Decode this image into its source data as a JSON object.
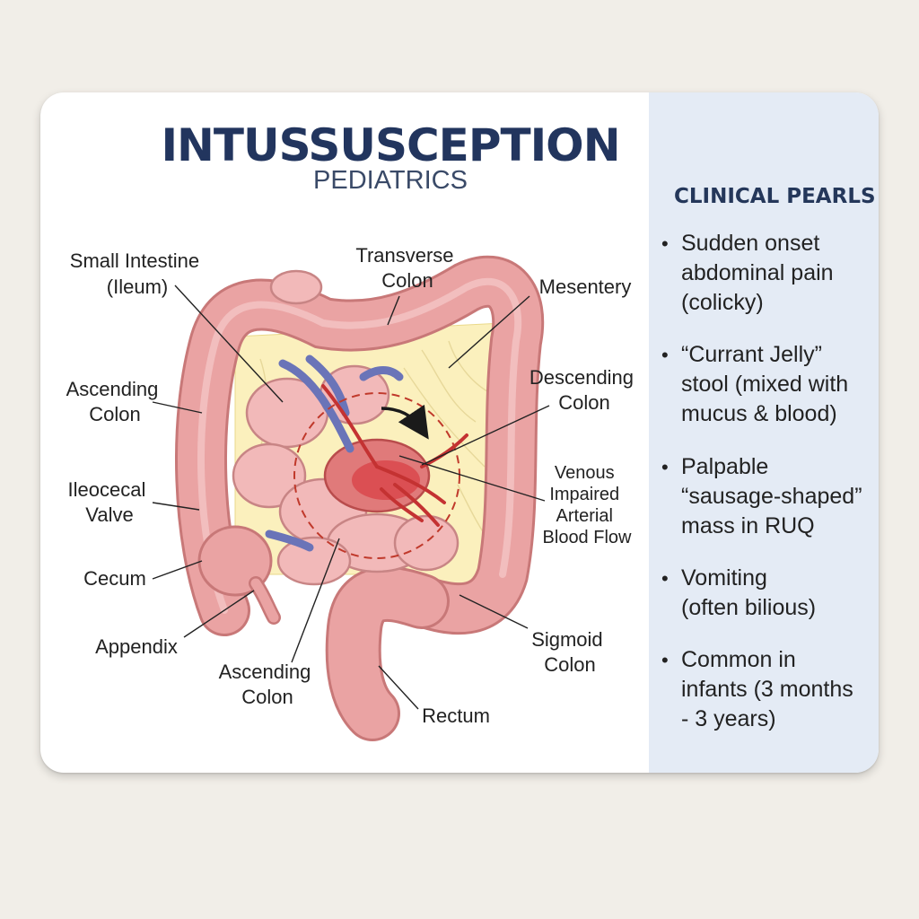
{
  "title": "INTUSSUSCEPTION",
  "subtitle": "PEDIATRICS",
  "labels": {
    "small_intestine": [
      "Small Intestine",
      "(Ileum)"
    ],
    "transverse_colon": [
      "Transverse",
      "Colon"
    ],
    "mesentery": [
      "Mesentery"
    ],
    "ascending_colon_upper": [
      "Ascending",
      "Colon"
    ],
    "descending_colon": [
      "Descending",
      "Colon"
    ],
    "ileocecal_valve": [
      "Ileocecal",
      "Valve"
    ],
    "blood_flow": [
      "Venous",
      "Impaired",
      "Arterial",
      "Blood Flow"
    ],
    "cecum": [
      "Cecum"
    ],
    "appendix": [
      "Appendix"
    ],
    "ascending_colon_lower": [
      "Ascending",
      "Colon"
    ],
    "sigmoid_colon": [
      "Sigmoid",
      "Colon"
    ],
    "rectum": [
      "Rectum"
    ]
  },
  "sidebar": {
    "heading": "CLINICAL PEARLS",
    "pearls": [
      "Sudden onset\nabdominal pain\n(colicky)",
      "“Currant Jelly”\nstool (mixed with\nmucus & blood)",
      "Palpable\n“sausage-shaped”\nmass in RUQ",
      "Vomiting\n(often bilious)",
      "Common in\ninfants (3 months\n- 3 years)"
    ]
  },
  "colors": {
    "title": "#22355e",
    "sidebar_bg": "#e4ebf5",
    "intestine": "#eaa3a3",
    "intestine_outline": "#c87878",
    "mesentery": "#fbf0bd",
    "vein": "#6a74b8",
    "artery": "#c43232",
    "dashed_circle": "#c0392b"
  }
}
